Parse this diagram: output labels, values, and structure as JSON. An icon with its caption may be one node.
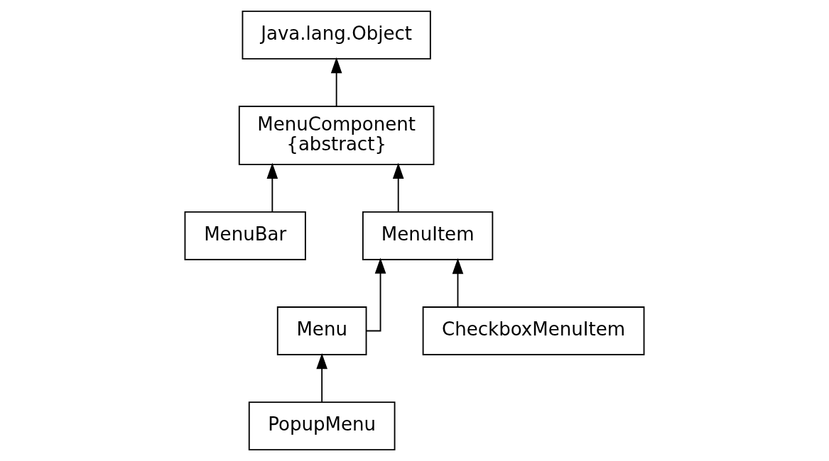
{
  "diagram": {
    "nodes": [
      {
        "text": [
          "Java.lang.Object"
        ]
      },
      {
        "text": [
          "MenuComponent",
          "{abstract}"
        ]
      },
      {
        "text": [
          "MenuBar"
        ]
      },
      {
        "text": [
          "MenuItem"
        ]
      },
      {
        "text": [
          "Menu"
        ]
      },
      {
        "text": [
          "CheckboxMenuItem"
        ]
      },
      {
        "text": [
          "PopupMenu"
        ]
      }
    ],
    "edges": [
      {
        "from": 1,
        "to": 0,
        "arrow": "to"
      },
      {
        "from": 2,
        "to": 1,
        "arrow": "to"
      },
      {
        "from": 3,
        "to": 1,
        "arrow": "to"
      },
      {
        "from": 4,
        "to": 3,
        "arrow": "to"
      },
      {
        "from": 5,
        "to": 3,
        "arrow": "to"
      },
      {
        "from": 6,
        "to": 4,
        "arrow": "to"
      }
    ]
  }
}
